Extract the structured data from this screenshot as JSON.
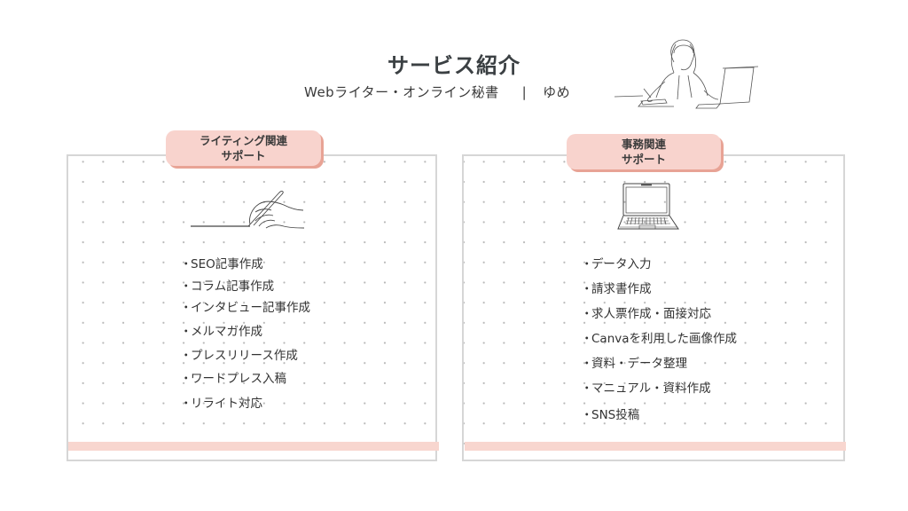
{
  "header": {
    "title": "サービス紹介",
    "subtitle_role": "Webライター・オンライン秘書",
    "subtitle_separator": "|",
    "subtitle_name": "ゆめ",
    "illustration": "woman-at-laptop-line-art"
  },
  "colors": {
    "tag_fill": "#f8d3cd",
    "tag_shadow": "#e8a395",
    "bar": "#f8d6cf",
    "border": "#d6d6d6",
    "text": "#3a3a3a",
    "title": "#3b4043"
  },
  "sections": [
    {
      "tag_line1": "ライティング関連",
      "tag_line2": "サポート",
      "icon": "hand-writing-icon",
      "bullet": "・",
      "items": [
        "SEO記事作成",
        "コラム記事作成",
        "インタビュー記事作成",
        "メルマガ作成",
        "プレスリリース作成",
        "ワードプレス入稿",
        "リライト対応"
      ]
    },
    {
      "tag_line1": "事務関連",
      "tag_line2": "サポート",
      "icon": "laptop-icon",
      "bullet": "・",
      "items": [
        "データ入力",
        "請求書作成",
        "求人票作成・面接対応",
        "Canvaを利用した画像作成",
        "資料・データ整理",
        "マニュアル・資料作成",
        "SNS投稿"
      ]
    }
  ]
}
